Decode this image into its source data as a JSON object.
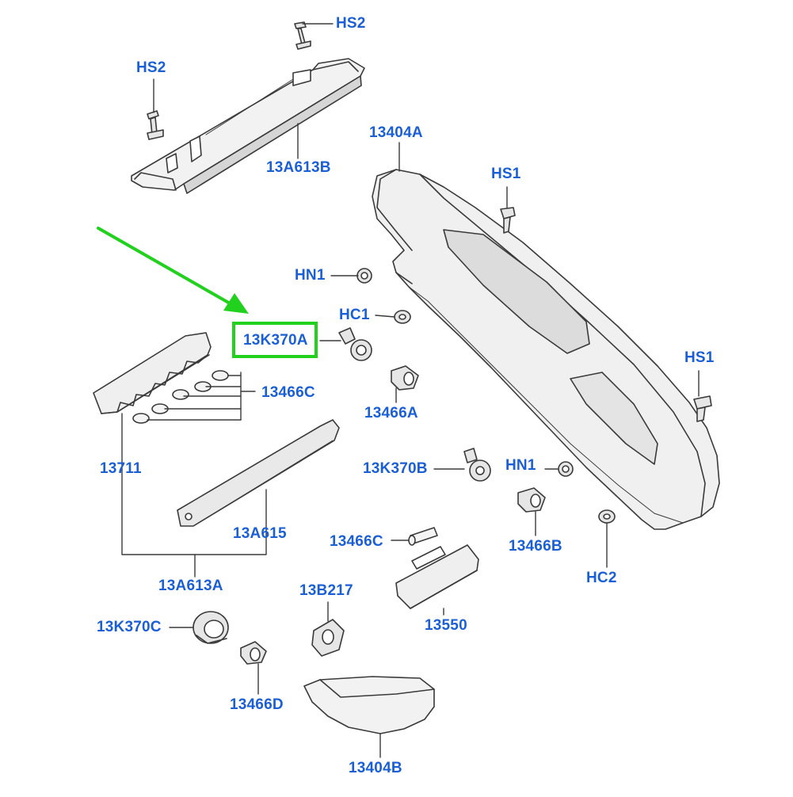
{
  "diagram": {
    "accent_color": "#1a5fd6",
    "highlight_color": "#22d11e",
    "line_color": "#3a3a3a",
    "highlighted_part": "13K370A",
    "labels": {
      "hs2_top": "HS2",
      "hs2_left": "HS2",
      "p13a613b": "13A613B",
      "p13404a": "13404A",
      "hs1_top": "HS1",
      "hn1_left": "HN1",
      "hc1": "HC1",
      "p13k370a": "13K370A",
      "p13466c_top": "13466C",
      "p13466a": "13466A",
      "hs1_right": "HS1",
      "p13711": "13711",
      "p13k370b": "13K370B",
      "hn1_right": "HN1",
      "p13a615": "13A615",
      "p13466c_mid": "13466C",
      "p13466b": "13466B",
      "hc2": "HC2",
      "p13a613a": "13A613A",
      "p13b217": "13B217",
      "p13550": "13550",
      "p13k370c": "13K370C",
      "p13466d": "13466D",
      "p13404b": "13404B"
    }
  }
}
